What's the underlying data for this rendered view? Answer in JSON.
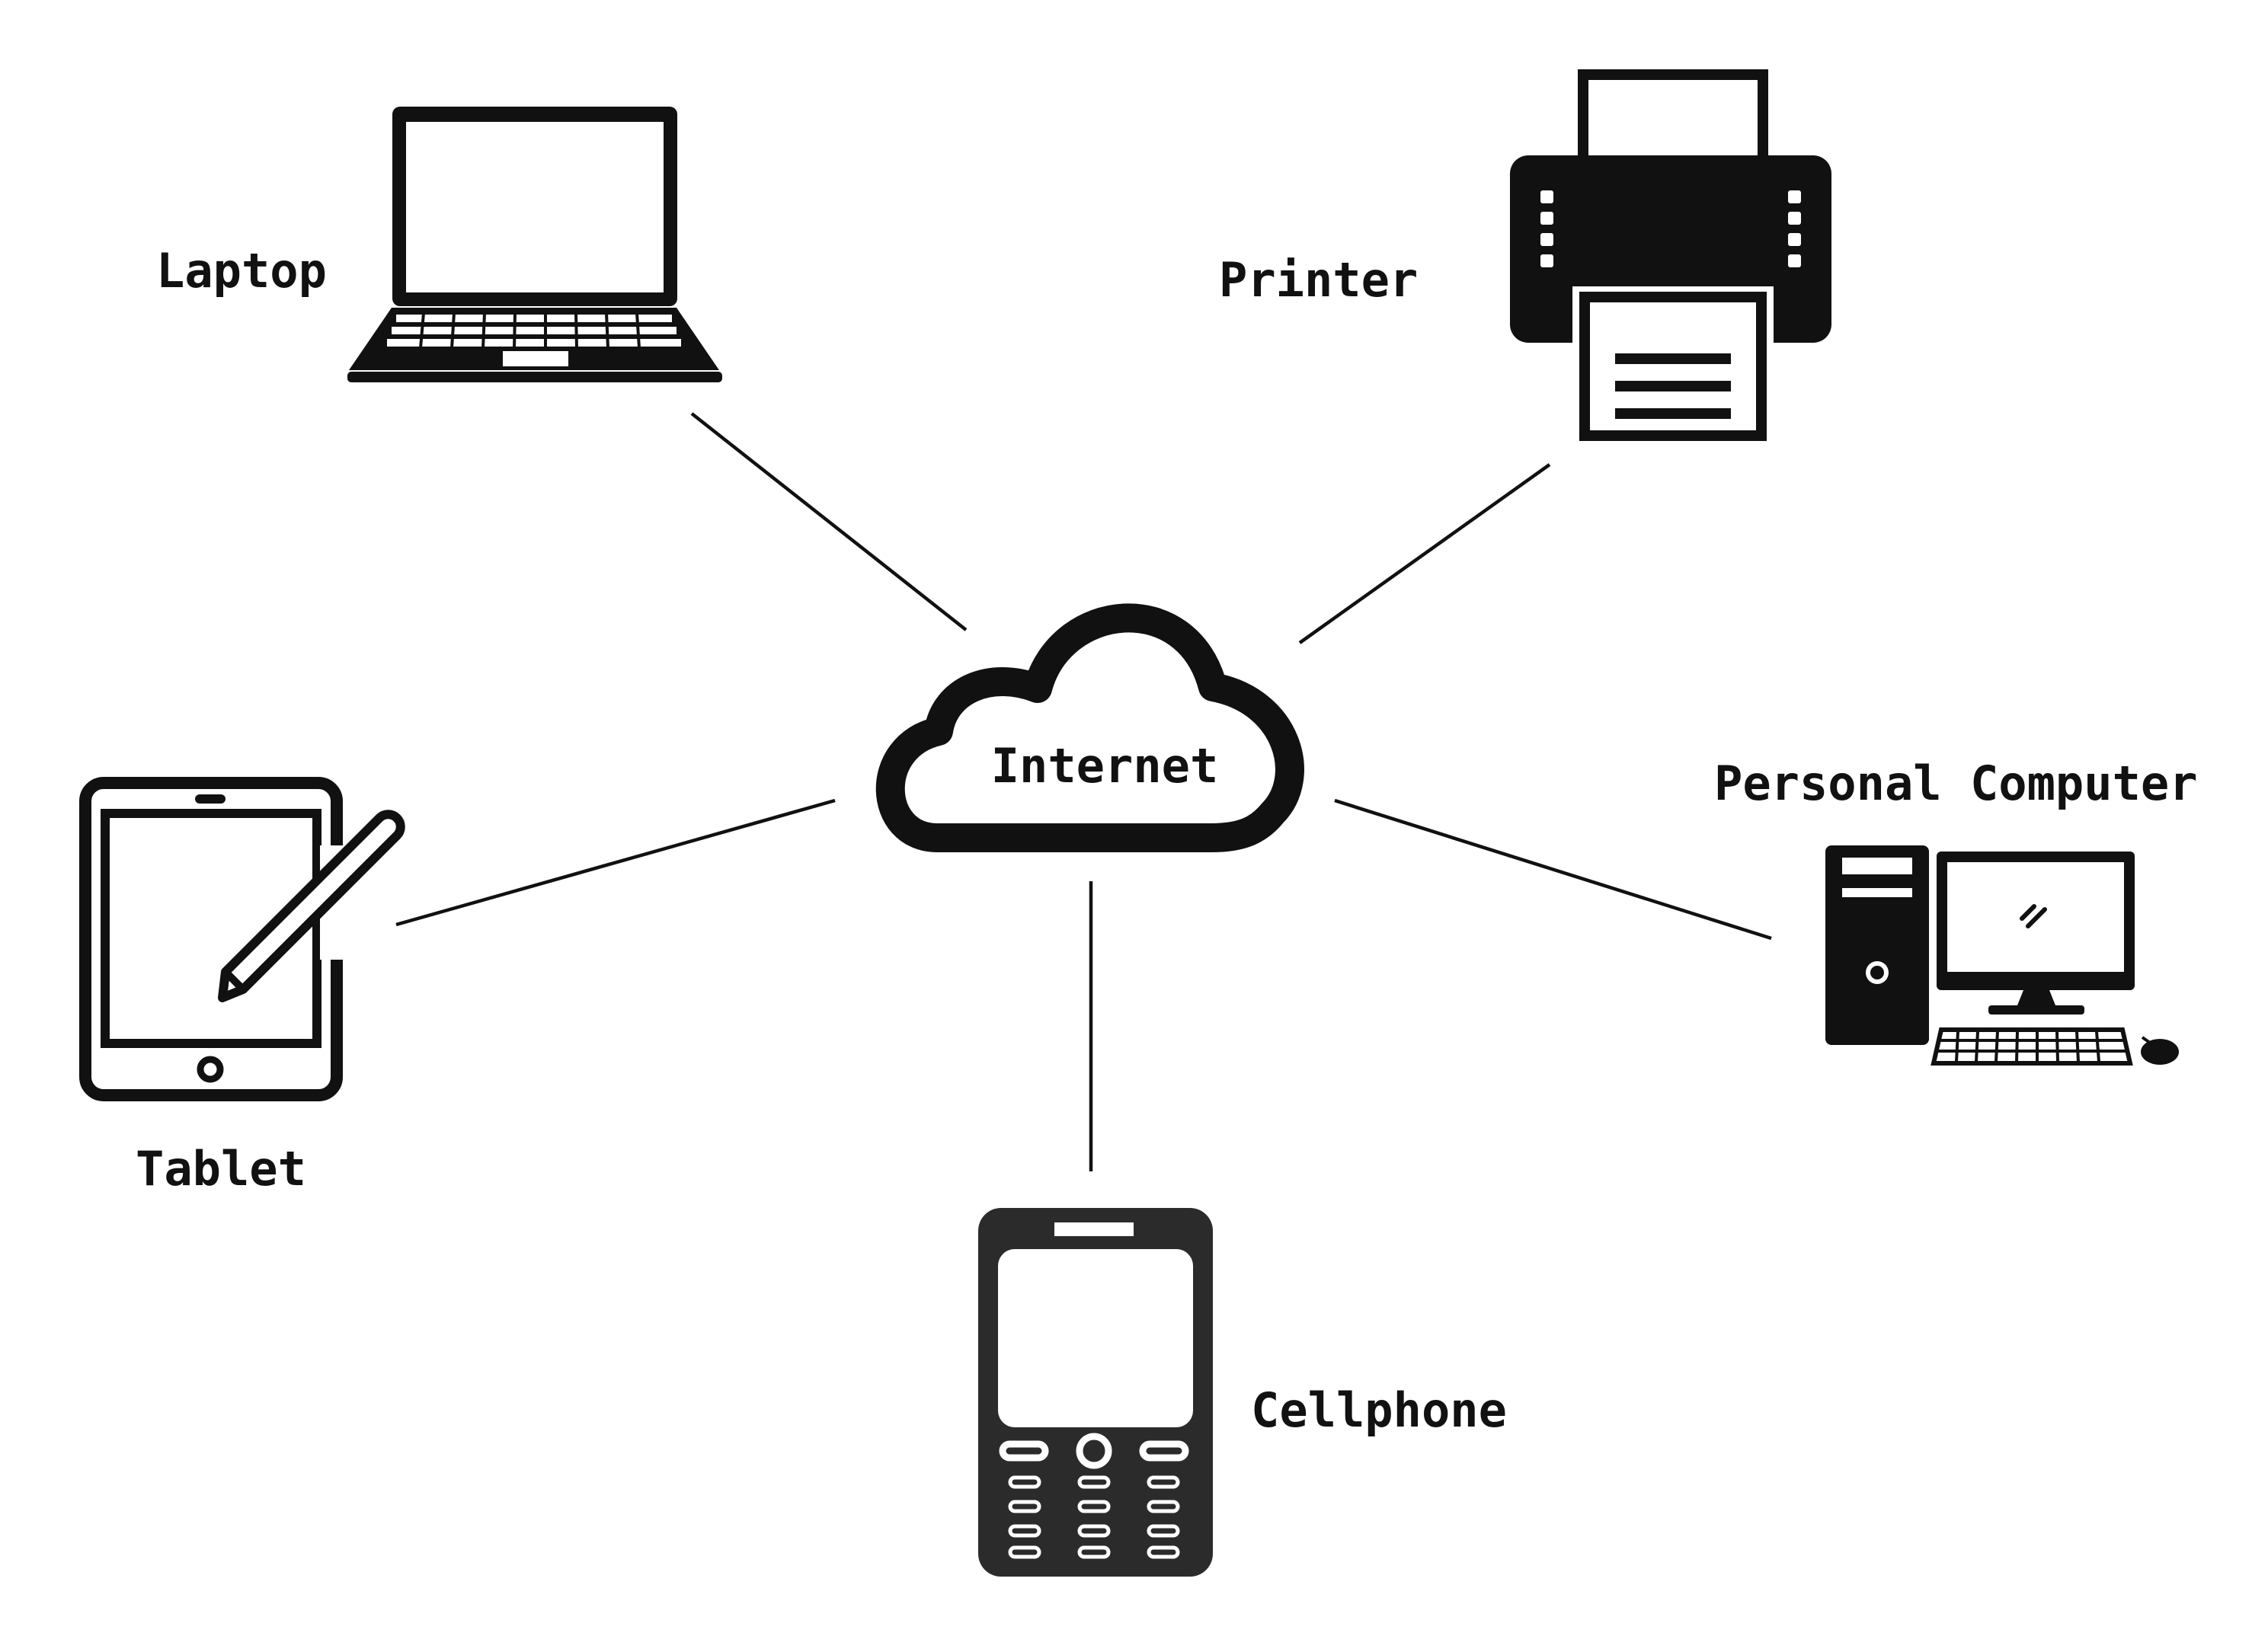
{
  "diagram": {
    "center": {
      "label": "Internet",
      "icon": "cloud-icon"
    },
    "devices": [
      {
        "id": "laptop",
        "label": "Laptop",
        "icon": "laptop-icon"
      },
      {
        "id": "printer",
        "label": "Printer",
        "icon": "printer-icon"
      },
      {
        "id": "tablet",
        "label": "Tablet",
        "icon": "tablet-icon"
      },
      {
        "id": "personal-computer",
        "label": "Personal Computer",
        "icon": "desktop-computer-icon"
      },
      {
        "id": "cellphone",
        "label": "Cellphone",
        "icon": "cellphone-icon"
      }
    ],
    "connections": [
      {
        "from": "Internet",
        "to": "Laptop"
      },
      {
        "from": "Internet",
        "to": "Printer"
      },
      {
        "from": "Internet",
        "to": "Tablet"
      },
      {
        "from": "Internet",
        "to": "Personal Computer"
      },
      {
        "from": "Internet",
        "to": "Cellphone"
      }
    ],
    "colors": {
      "ink": "#111111",
      "icon_dark": "#2b2b2b",
      "background": "#ffffff"
    }
  }
}
